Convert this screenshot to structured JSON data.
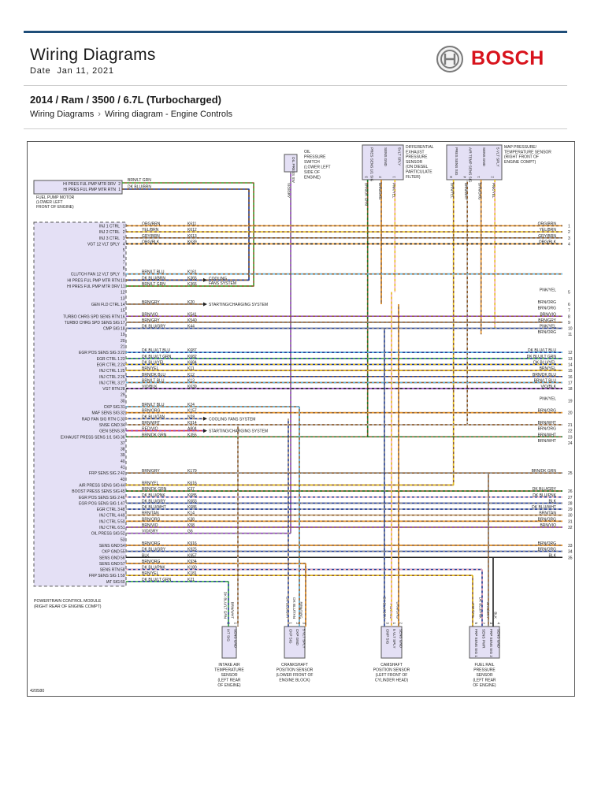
{
  "header": {
    "title": "Wiring Diagrams",
    "date_label": "Date",
    "date_value": "Jan 11, 2021",
    "brand": "BOSCH",
    "vehicle": "2014 / Ram / 3500 / 6.7L (Turbocharged)",
    "breadcrumb": [
      "Wiring Diagrams",
      "Wiring diagram - Engine Controls"
    ]
  },
  "diagram": {
    "id": "420580",
    "pcm_label": [
      "POWERTRAIN CONTROL MODULE",
      "(RIGHT REAR OF ENGINE COMPT)"
    ],
    "fuel_pump": {
      "pins": [
        "HI PRES FUL PMP MTR DRV",
        "HI PRES FUL PMP MTR RTN"
      ],
      "pin_nums": [
        "2",
        "1"
      ],
      "wires": [
        "BRN/LT GRN",
        "DK BLU/BRN"
      ],
      "label": [
        "FUEL PUMP MOTOR",
        "(LOWER LEFT",
        "FRONT OF ENGINE)"
      ]
    },
    "oil_switch": {
      "label": [
        "OIL",
        "PRESSURE",
        "SWITCH",
        "(LOWER LEFT",
        "SIDE OF",
        "ENGINE)"
      ],
      "pin": "OIL PRESS SW",
      "wire": "VIO/GRY"
    },
    "diff_sensor": {
      "label": [
        "DIFFERENTIAL",
        "EXHAUST",
        "PRESSURE",
        "SENSOR",
        "(ON DIESEL",
        "PARTICULATE",
        "FILTER)"
      ],
      "pins": [
        "PRES SENS 1/1 SIG",
        "SENS GND",
        "5VLT SPLY"
      ],
      "nums": [
        "3",
        "2",
        "1"
      ],
      "wires": [
        "BRN/DK GRN",
        "BRN/ORG",
        "PNK/YEL"
      ]
    },
    "map_sensor": {
      "label": [
        "MAP PRESSURE/",
        "TEMPERATURE SENSOR",
        "(RIGHT FRONT OF",
        "ENGINE COMPT)"
      ],
      "pins": [
        "PRES SENS SIG",
        "AIR TEMP SENS SIG",
        "SENS GND",
        "5 VLT SPLY"
      ],
      "nums": [
        "3",
        "4",
        "1",
        "2"
      ],
      "wires": [
        "BRN/YEL",
        "BRN/WHT",
        "BRN/ORG",
        "PNK/YEL"
      ]
    },
    "bottom_sensors": [
      {
        "label": [
          "INTAKE AIR",
          "TEMPERATURE",
          "SENSOR",
          "(LEFT REAR",
          "OF ENGINE)"
        ],
        "pins": [
          "IAT SIG",
          "SENS GND"
        ],
        "nums": [
          "2",
          "1"
        ],
        "wires": [
          "DK BLU/LT GRN",
          "BRN/WHT"
        ]
      },
      {
        "label": [
          "CRANKSHAFT",
          "POSITION SENSOR",
          "(LOWER FRONT OF",
          "ENGINE BLOCK)"
        ],
        "pins": [
          "CKP SIG",
          "CKP GND",
          "5 VLT SPLY"
        ],
        "nums": [
          "1",
          "2",
          "3"
        ],
        "wires": [
          "DK BLU/GRY",
          "DK BLU/TAN",
          "BRN/ORG"
        ]
      },
      {
        "label": [
          "CAMSHAFT",
          "POSITION SENSOR",
          "(LEFT FRONT OF",
          "CYLINDER HEAD)"
        ],
        "pins": [
          "CMP SIG",
          "5 VLT SPLY",
          "SENS GND"
        ],
        "nums": [
          "3",
          "1",
          "2"
        ],
        "wires": [
          "DK BLU/GRY",
          "PNK/YEL",
          "BRN/ORG"
        ]
      },
      {
        "label": [
          "FUEL RAIL",
          "PRESSURE",
          "SENSOR",
          "(LEFT REAR",
          "OF ENGINE)"
        ],
        "pins": [
          "FRP SENS SIG 1",
          "SENS PWR",
          "FRP SENS SIG 2",
          "SENS GND"
        ],
        "nums": [
          "5",
          "2",
          "3",
          "4"
        ],
        "wires": [
          "BRN/YEL",
          "DK BLU/PNK",
          "BRN/GRY",
          "BLK"
        ]
      }
    ],
    "left_labels": [
      [
        1,
        "INJ 1 CTRL"
      ],
      [
        2,
        "INJ 2 CTRL"
      ],
      [
        3,
        "INJ 3 CTRL"
      ],
      [
        4,
        "VGT 12 VLT SPLY"
      ],
      [
        9,
        "CLUTCH FAN 12 VLT SPLY"
      ],
      [
        10,
        "HI PRES FUL PMP MTR RTN"
      ],
      [
        11,
        "HI PRES FUL PMP MTR DRV"
      ],
      [
        14,
        "GEN FLD CTRL"
      ],
      [
        16,
        "TURBO CHRG SPD SENS RTN"
      ],
      [
        17,
        "TURBO CHRG SPD SENS SIG"
      ],
      [
        18,
        "CMP SIG"
      ],
      [
        22,
        "EGR POS SENS SIG 3"
      ],
      [
        23,
        "EGR CTRL 1"
      ],
      [
        24,
        "EGR CTRL 2"
      ],
      [
        25,
        "INJ CTRL 1"
      ],
      [
        26,
        "INJ CTRL 2"
      ],
      [
        27,
        "INJ CTRL 3"
      ],
      [
        28,
        "VGT RTN"
      ],
      [
        31,
        "CKP SIG"
      ],
      [
        32,
        "MAF SENS SIG"
      ],
      [
        33,
        "RAD FAN SIG RTN C"
      ],
      [
        34,
        "SNSE GND"
      ],
      [
        35,
        "GEN SENS"
      ],
      [
        36,
        "EXHAUST PRESS SENS 1/1 SIG"
      ],
      [
        42,
        "FRP SENS SIG 2"
      ],
      [
        44,
        "AIR PRESS SENS SIG"
      ],
      [
        45,
        "BOOST PRESS SENS SIG"
      ],
      [
        46,
        "EGR POS SENS SIG 2"
      ],
      [
        47,
        "EGR POS SENS SIG 1"
      ],
      [
        48,
        "EGR CTRL 3"
      ],
      [
        49,
        "INJ CTRL 4"
      ],
      [
        50,
        "INJ CTRL 5"
      ],
      [
        51,
        "INJ CTRL 6"
      ],
      [
        52,
        "OIL PRESS SIG"
      ],
      [
        54,
        "SENS GND"
      ],
      [
        55,
        "CKP GND"
      ],
      [
        56,
        "SENS GND"
      ],
      [
        57,
        "SENS GND"
      ],
      [
        58,
        "SENS RTN"
      ],
      [
        59,
        "FRP SENS SIG 1"
      ],
      [
        60,
        "IAT SIG"
      ]
    ],
    "wires": [
      [
        1,
        "ORG/BRN",
        "K611"
      ],
      [
        2,
        "YEL/BRN",
        "K612"
      ],
      [
        3,
        "GRY/BRN",
        "K613"
      ],
      [
        4,
        "ORG/BLK",
        "K639"
      ],
      [
        9,
        "BRN/LT BLU",
        "K161"
      ],
      [
        10,
        "DK BLU/BRN",
        "K365"
      ],
      [
        11,
        "BRN/LT GRN",
        "K366"
      ],
      [
        14,
        "BRN/GRY",
        "K20"
      ],
      [
        16,
        "BRN/VIO",
        "K541"
      ],
      [
        17,
        "BRN/GRY",
        "K540"
      ],
      [
        18,
        "DK BLU/GRY",
        "K44"
      ],
      [
        22,
        "DK BLU/LT BLU",
        "K687"
      ],
      [
        23,
        "DK BLU/LT GRN",
        "K682"
      ],
      [
        24,
        "DK BLU/YEL",
        "K684"
      ],
      [
        25,
        "BRN/YEL",
        "K11"
      ],
      [
        26,
        "BRN/DK BLU",
        "K12"
      ],
      [
        27,
        "BRN/LT BLU",
        "K13"
      ],
      [
        28,
        "VIO/BLK",
        "K639"
      ],
      [
        31,
        "BRN/LT BLU",
        "K24"
      ],
      [
        32,
        "BRN/ORG",
        "K157"
      ],
      [
        33,
        "DK BLU/TAN",
        "N28"
      ],
      [
        34,
        "BRN/WHT",
        "K914"
      ],
      [
        35,
        "RED/VIO",
        "A804"
      ],
      [
        36,
        "BRN/DK GRN",
        "K355"
      ],
      [
        42,
        "BRN/GRY",
        "K179"
      ],
      [
        44,
        "BRN/YEL",
        "K616"
      ],
      [
        45,
        "BRN/DK GRN",
        "K37"
      ],
      [
        46,
        "DK BLU/PNK",
        "K685"
      ],
      [
        47,
        "DK BLU/GRY",
        "K683"
      ],
      [
        48,
        "DK BLU/WHT",
        "K686"
      ],
      [
        49,
        "BRN/TAN",
        "K14"
      ],
      [
        50,
        "BRN/ORG",
        "K38"
      ],
      [
        51,
        "BRN/VIO",
        "K58"
      ],
      [
        52,
        "VIO/GRY",
        "G6"
      ],
      [
        54,
        "BRN/ORG",
        "K916"
      ],
      [
        55,
        "DK BLU/GRY",
        "K925"
      ],
      [
        56,
        "BLK",
        "K957"
      ],
      [
        57,
        "BRN/ORG",
        "K934"
      ],
      [
        58,
        "DK BLU/PNK",
        "K180"
      ],
      [
        59,
        "BRN/YEL",
        "K181"
      ],
      [
        60,
        "DK BLU/LT GRN",
        "K21"
      ]
    ],
    "right_connectors": [
      [
        1,
        "ORG/BRN",
        "1"
      ],
      [
        2,
        "YEL/BRN",
        "2"
      ],
      [
        3,
        "GRY/BRN",
        "3"
      ],
      [
        4,
        "ORG/BLK",
        "4"
      ],
      [
        12,
        "PNK/YEL",
        "5"
      ],
      [
        14,
        "BRN/ORG",
        "6"
      ],
      [
        15,
        "BRN/ORG",
        "7"
      ],
      [
        16,
        "BRN/VIO",
        "8"
      ],
      [
        17,
        "BRN/GRY",
        "9"
      ],
      [
        18,
        "PNK/YEL",
        "10"
      ],
      [
        19,
        "BRN/ORG",
        "11"
      ],
      [
        22,
        "DK BLU/LT BLU",
        "12"
      ],
      [
        23,
        "DK BLU/LT GRN",
        "13"
      ],
      [
        24,
        "DK BLU/YEL",
        "14"
      ],
      [
        25,
        "BRN/YEL",
        "15"
      ],
      [
        26,
        "BRN/DK BLU",
        "16"
      ],
      [
        27,
        "BRN/LT BLU",
        "17"
      ],
      [
        28,
        "VIO/BLK",
        "18"
      ],
      [
        30,
        "PNK/YEL",
        "19"
      ],
      [
        32,
        "BRN/ORG",
        "20"
      ],
      [
        34,
        "BRN/WHT",
        "21"
      ],
      [
        35,
        "BRN/ORG",
        "22"
      ],
      [
        36,
        "BRN/WHT",
        "23"
      ],
      [
        37,
        "BRN/WHT",
        "24"
      ],
      [
        42,
        "BRN/DK GRN",
        "25"
      ],
      [
        45,
        "DK BLU/GRY",
        "26"
      ],
      [
        46,
        "DK BLU/PNK",
        "27"
      ],
      [
        47,
        "BLK",
        "28"
      ],
      [
        48,
        "DK BLU/WHT",
        "29"
      ],
      [
        49,
        "BRN/TAN",
        "30"
      ],
      [
        50,
        "BRN/ORG",
        "31"
      ],
      [
        51,
        "BRN/VIO",
        "32"
      ],
      [
        54,
        "BRN/ORG",
        "33"
      ],
      [
        55,
        "BRN/ORG",
        "34"
      ],
      [
        56,
        "BLK",
        "35"
      ]
    ],
    "notes": [
      [
        10,
        "COOLING",
        "FANS SYSTEM"
      ],
      [
        14,
        "STARTING/CHARGING SYSTEM",
        ""
      ],
      [
        33,
        "COOLING FANS SYSTEM",
        ""
      ],
      [
        35,
        "STARTING/CHARGING SYSTEM",
        ""
      ]
    ],
    "colors": {
      "ORG": "#e8962b",
      "YEL": "#e8c21e",
      "GRY": "#8a8a8a",
      "BRN": "#8b5a2b",
      "LT BLU": "#5fb8e6",
      "DK BLU": "#1f3a93",
      "LT GRN": "#49b649",
      "DK GRN": "#1f7a2a",
      "PNK": "#f2a7b8",
      "VIO": "#8e3fb8",
      "RED": "#d7272b",
      "BLK": "#222222",
      "WHT": "#bdbdbd",
      "TAN": "#c8a87a"
    }
  }
}
